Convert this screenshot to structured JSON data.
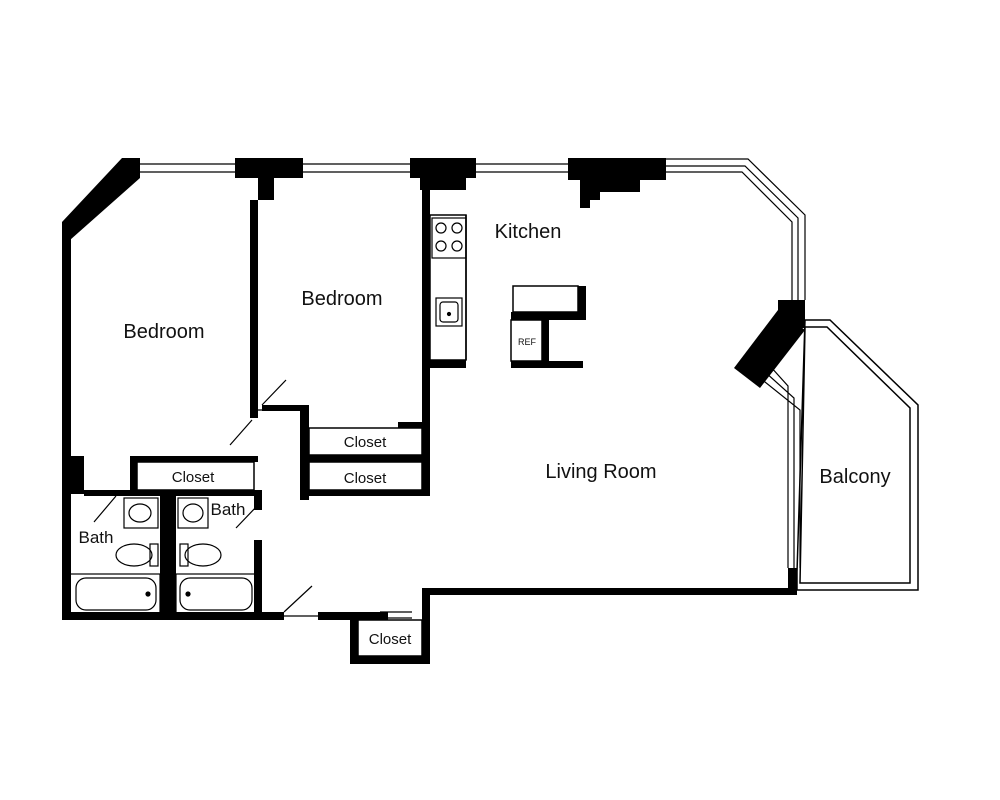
{
  "plan": {
    "rooms": {
      "bedroom_left": "Bedroom",
      "bedroom_center": "Bedroom",
      "kitchen": "Kitchen",
      "living_room": "Living Room",
      "balcony": "Balcony",
      "bath_left": "Bath",
      "bath_right": "Bath"
    },
    "closets": {
      "bedroom_left": "Closet",
      "hall_upper": "Closet",
      "hall_lower": "Closet",
      "entry": "Closet"
    },
    "appliances": {
      "refrigerator": "REF"
    }
  }
}
